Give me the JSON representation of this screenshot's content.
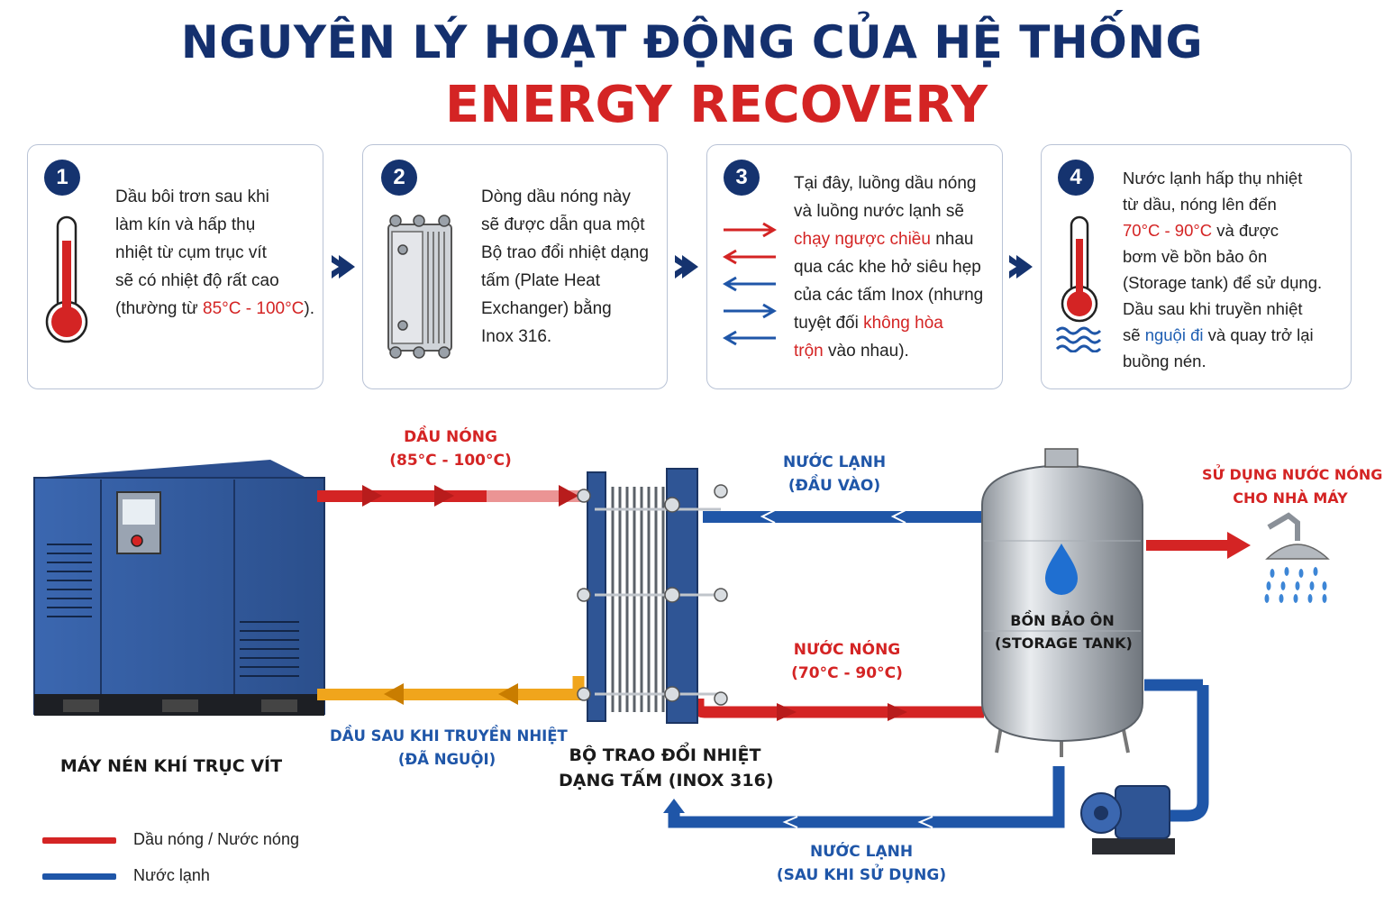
{
  "title": {
    "line1": "NGUYÊN LÝ HOẠT ĐỘNG CỦA HỆ THỐNG",
    "line2": "ENERGY RECOVERY"
  },
  "steps": [
    {
      "number": "1",
      "icon": "thermometer-icon",
      "lines": [
        {
          "text": "Dầu bôi trơn sau khi"
        },
        {
          "text": "làm kín và hấp thụ"
        },
        {
          "text": "nhiệt từ cụm trục vít"
        },
        {
          "text": "sẽ có nhiệt độ rất cao"
        },
        {
          "text": "(thường từ ",
          "highlight": "85°C - 100°C",
          "after": ")."
        }
      ]
    },
    {
      "number": "2",
      "icon": "plate-heat-exchanger-icon",
      "lines": [
        {
          "text": "Dòng dầu nóng này"
        },
        {
          "text": "sẽ được dẫn qua một"
        },
        {
          "text": "Bộ trao đổi nhiệt dạng"
        },
        {
          "text": "tấm (Plate Heat"
        },
        {
          "text": "Exchanger) bằng"
        },
        {
          "text": "Inox 316."
        }
      ]
    },
    {
      "number": "3",
      "icon": "counter-flow-arrows-icon",
      "lines": [
        {
          "text": "Tại đây, luồng dầu nóng"
        },
        {
          "text": "và luồng nước lạnh sẽ"
        },
        {
          "text": "",
          "highlight": "chạy ngược chiều",
          "after": " nhau"
        },
        {
          "text": "qua các khe hở siêu hẹp"
        },
        {
          "text": "của các tấm Inox (nhưng"
        },
        {
          "text": "tuyệt đối ",
          "highlight": "không hòa"
        },
        {
          "text": "",
          "highlight": "trộn",
          "after": " vào nhau)."
        }
      ]
    },
    {
      "number": "4",
      "icon": "thermometer-water-icon",
      "lines": [
        {
          "text": "Nước lạnh hấp thụ nhiệt"
        },
        {
          "text": "từ dầu, nóng lên đến"
        },
        {
          "text": "",
          "highlight": "70°C - 90°C",
          "after": " và được"
        },
        {
          "text": "bơm về bồn bảo ôn"
        },
        {
          "text": "(Storage tank) để sử dụng."
        },
        {
          "text": "Dầu sau khi truyền nhiệt"
        },
        {
          "text": "sẽ ",
          "highlightBlue": "nguội đi",
          "after": " và quay trở lại"
        },
        {
          "text": "buồng nén."
        }
      ]
    }
  ],
  "diagram": {
    "hot_oil": {
      "line1": "DẦU NÓNG",
      "line2": "(85°C - 100°C)"
    },
    "cold_water_in": {
      "line1": "NƯỚC LẠNH",
      "line2": "(ĐẦU VÀO)"
    },
    "hot_water_use": {
      "line1": "SỬ DỤNG NƯỚC NÓNG",
      "line2": "CHO NHÀ MÁY"
    },
    "hot_water": {
      "line1": "NƯỚC NÓNG",
      "line2": "(70°C - 90°C)"
    },
    "cooled_oil": {
      "line1": "DẦU SAU KHI TRUYỀN NHIỆT",
      "line2": "(ĐÃ NGUỘI)"
    },
    "compressor": {
      "label": "MÁY NÉN KHÍ TRỤC VÍT"
    },
    "exchanger": {
      "line1": "BỘ TRAO ĐỔI NHIỆT",
      "line2": "DẠNG TẤM (INOX 316)"
    },
    "tank": {
      "line1": "BỒN BẢO ÔN",
      "line2": "(STORAGE TANK)"
    },
    "cold_water_return": {
      "line1": "NƯỚC LẠNH",
      "line2": "(SAU KHI SỬ DỤNG)"
    }
  },
  "legend": [
    {
      "label": "Dầu nóng / Nước nóng",
      "color": "#d42424"
    },
    {
      "label": "Nước lạnh",
      "color": "#1f56a8"
    }
  ],
  "colors": {
    "hot": "#d42424",
    "cold": "#1f56a8",
    "cooled_oil": "#f0a51c",
    "navy": "#15336f"
  }
}
